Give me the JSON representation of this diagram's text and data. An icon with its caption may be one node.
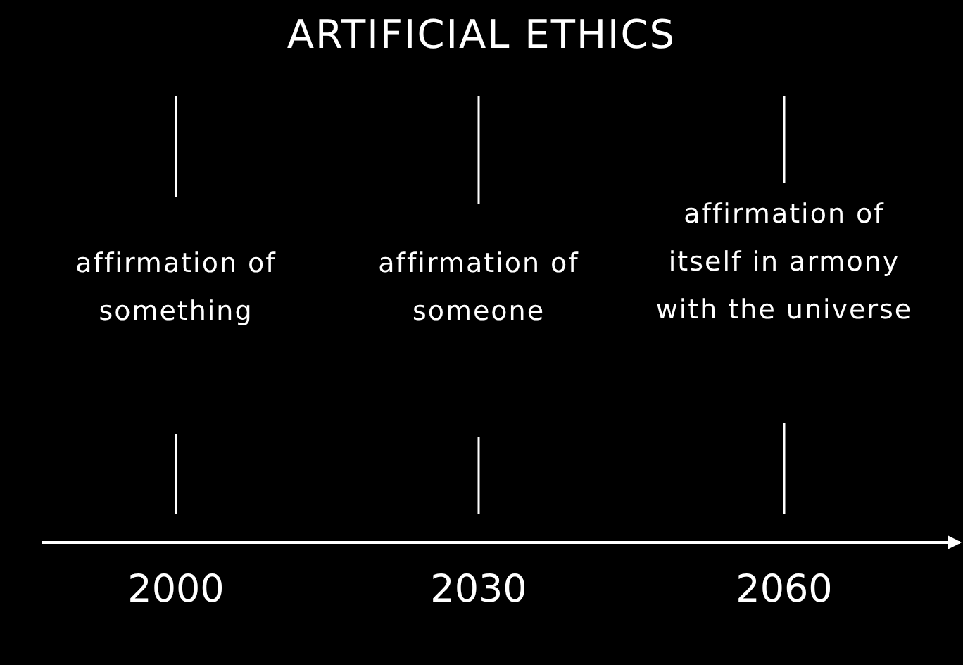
{
  "diagram": {
    "title": "ARTIFICIAL ETHICS",
    "labels": [
      "affirmation of something",
      "affirmation of someone",
      "affirmation of itself in armony with the universe",
      "2000",
      "2030",
      "2060"
    ]
  }
}
